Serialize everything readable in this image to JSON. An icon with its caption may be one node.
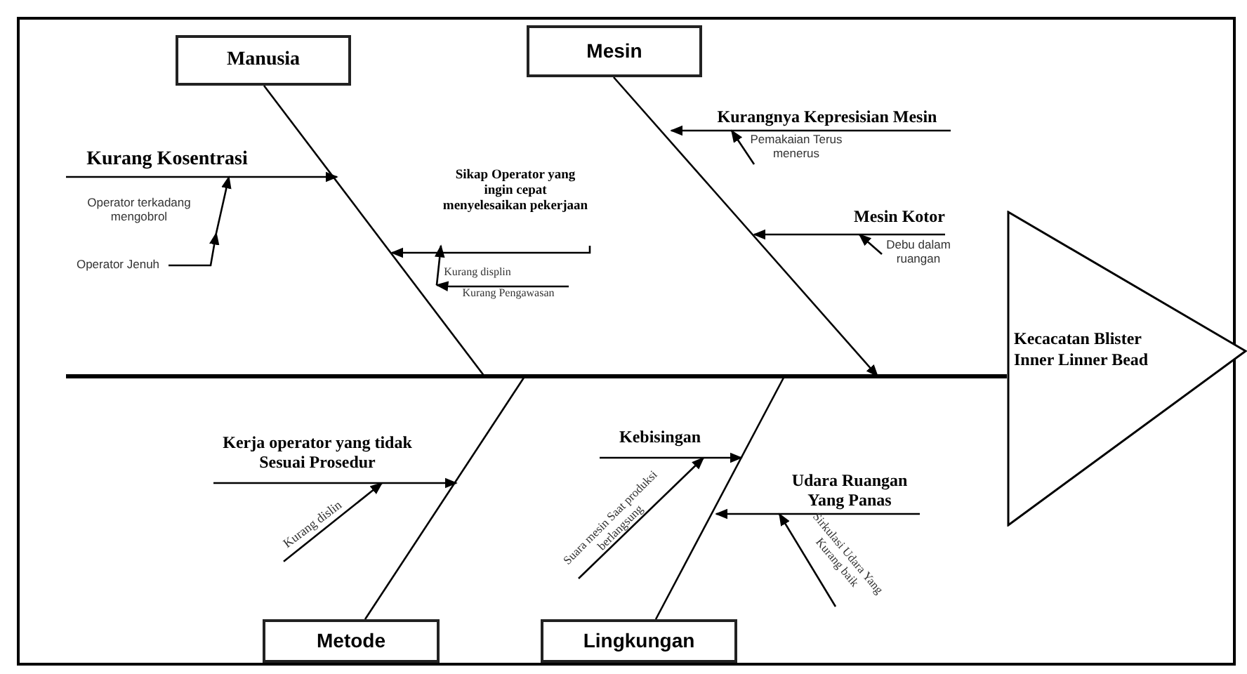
{
  "diagram": {
    "nodes": [
      {
        "text": [
          "Manusia"
        ]
      },
      {
        "text": [
          "Mesin"
        ]
      },
      {
        "text": [
          "Metode"
        ]
      },
      {
        "text": [
          "Lingkungan"
        ]
      },
      {
        "text": [
          "Kecacatan Blister Inner Linner Bead"
        ]
      },
      {
        "text": [
          "Kurang Kosentrasi"
        ]
      },
      {
        "text": [
          "Operator terkadang mengobrol"
        ]
      },
      {
        "text": [
          "Operator Jenuh"
        ]
      },
      {
        "text": [
          "Sikap Operator yang ingin cepat menyelesaikan pekerjaan"
        ]
      },
      {
        "text": [
          "Kurang displin"
        ]
      },
      {
        "text": [
          "Kurang Pengawasan"
        ]
      },
      {
        "text": [
          "Kurangnya Kepresisian Mesin"
        ]
      },
      {
        "text": [
          "Pemakaian Terus menerus"
        ]
      },
      {
        "text": [
          "Mesin Kotor"
        ]
      },
      {
        "text": [
          "Debu dalam ruangan"
        ]
      },
      {
        "text": [
          "Kerja operator yang tidak Sesuai Prosedur"
        ]
      },
      {
        "text": [
          "Kurang dislin"
        ]
      },
      {
        "text": [
          "Kebisingan"
        ]
      },
      {
        "text": [
          "Suara mesin Saat produksi berlangsung"
        ]
      },
      {
        "text": [
          "Udara Ruangan Yang Panas"
        ]
      },
      {
        "text": [
          "Sirkulasi Udara Yang Kurang baik"
        ]
      }
    ],
    "edges": [
      {
        "from": null,
        "to": 4,
        "arrow": "none",
        "style": "thick"
      },
      {
        "from": 0,
        "to": null,
        "arrow": "none"
      },
      {
        "from": 1,
        "to": null,
        "arrow": "to"
      },
      {
        "from": 2,
        "to": null,
        "arrow": "none"
      },
      {
        "from": 3,
        "to": null,
        "arrow": "none"
      },
      {
        "from": 5,
        "to": null,
        "arrow": "to"
      },
      {
        "from": 6,
        "to": 5,
        "arrow": "to"
      },
      {
        "from": 7,
        "to": 6,
        "arrow": "to"
      },
      {
        "from": 8,
        "to": null,
        "arrow": "to"
      },
      {
        "from": 9,
        "to": 8,
        "arrow": "to"
      },
      {
        "from": 10,
        "to": 9,
        "arrow": "to"
      },
      {
        "from": 11,
        "to": null,
        "arrow": "to"
      },
      {
        "from": 12,
        "to": 11,
        "arrow": "to"
      },
      {
        "from": 13,
        "to": null,
        "arrow": "to"
      },
      {
        "from": 14,
        "to": 13,
        "arrow": "to"
      },
      {
        "from": 15,
        "to": null,
        "arrow": "to"
      },
      {
        "from": 16,
        "to": 15,
        "arrow": "to"
      },
      {
        "from": 17,
        "to": null,
        "arrow": "to"
      },
      {
        "from": 18,
        "to": 17,
        "arrow": "to"
      },
      {
        "from": 19,
        "to": null,
        "arrow": "to"
      },
      {
        "from": 20,
        "to": 19,
        "arrow": "to"
      }
    ]
  }
}
